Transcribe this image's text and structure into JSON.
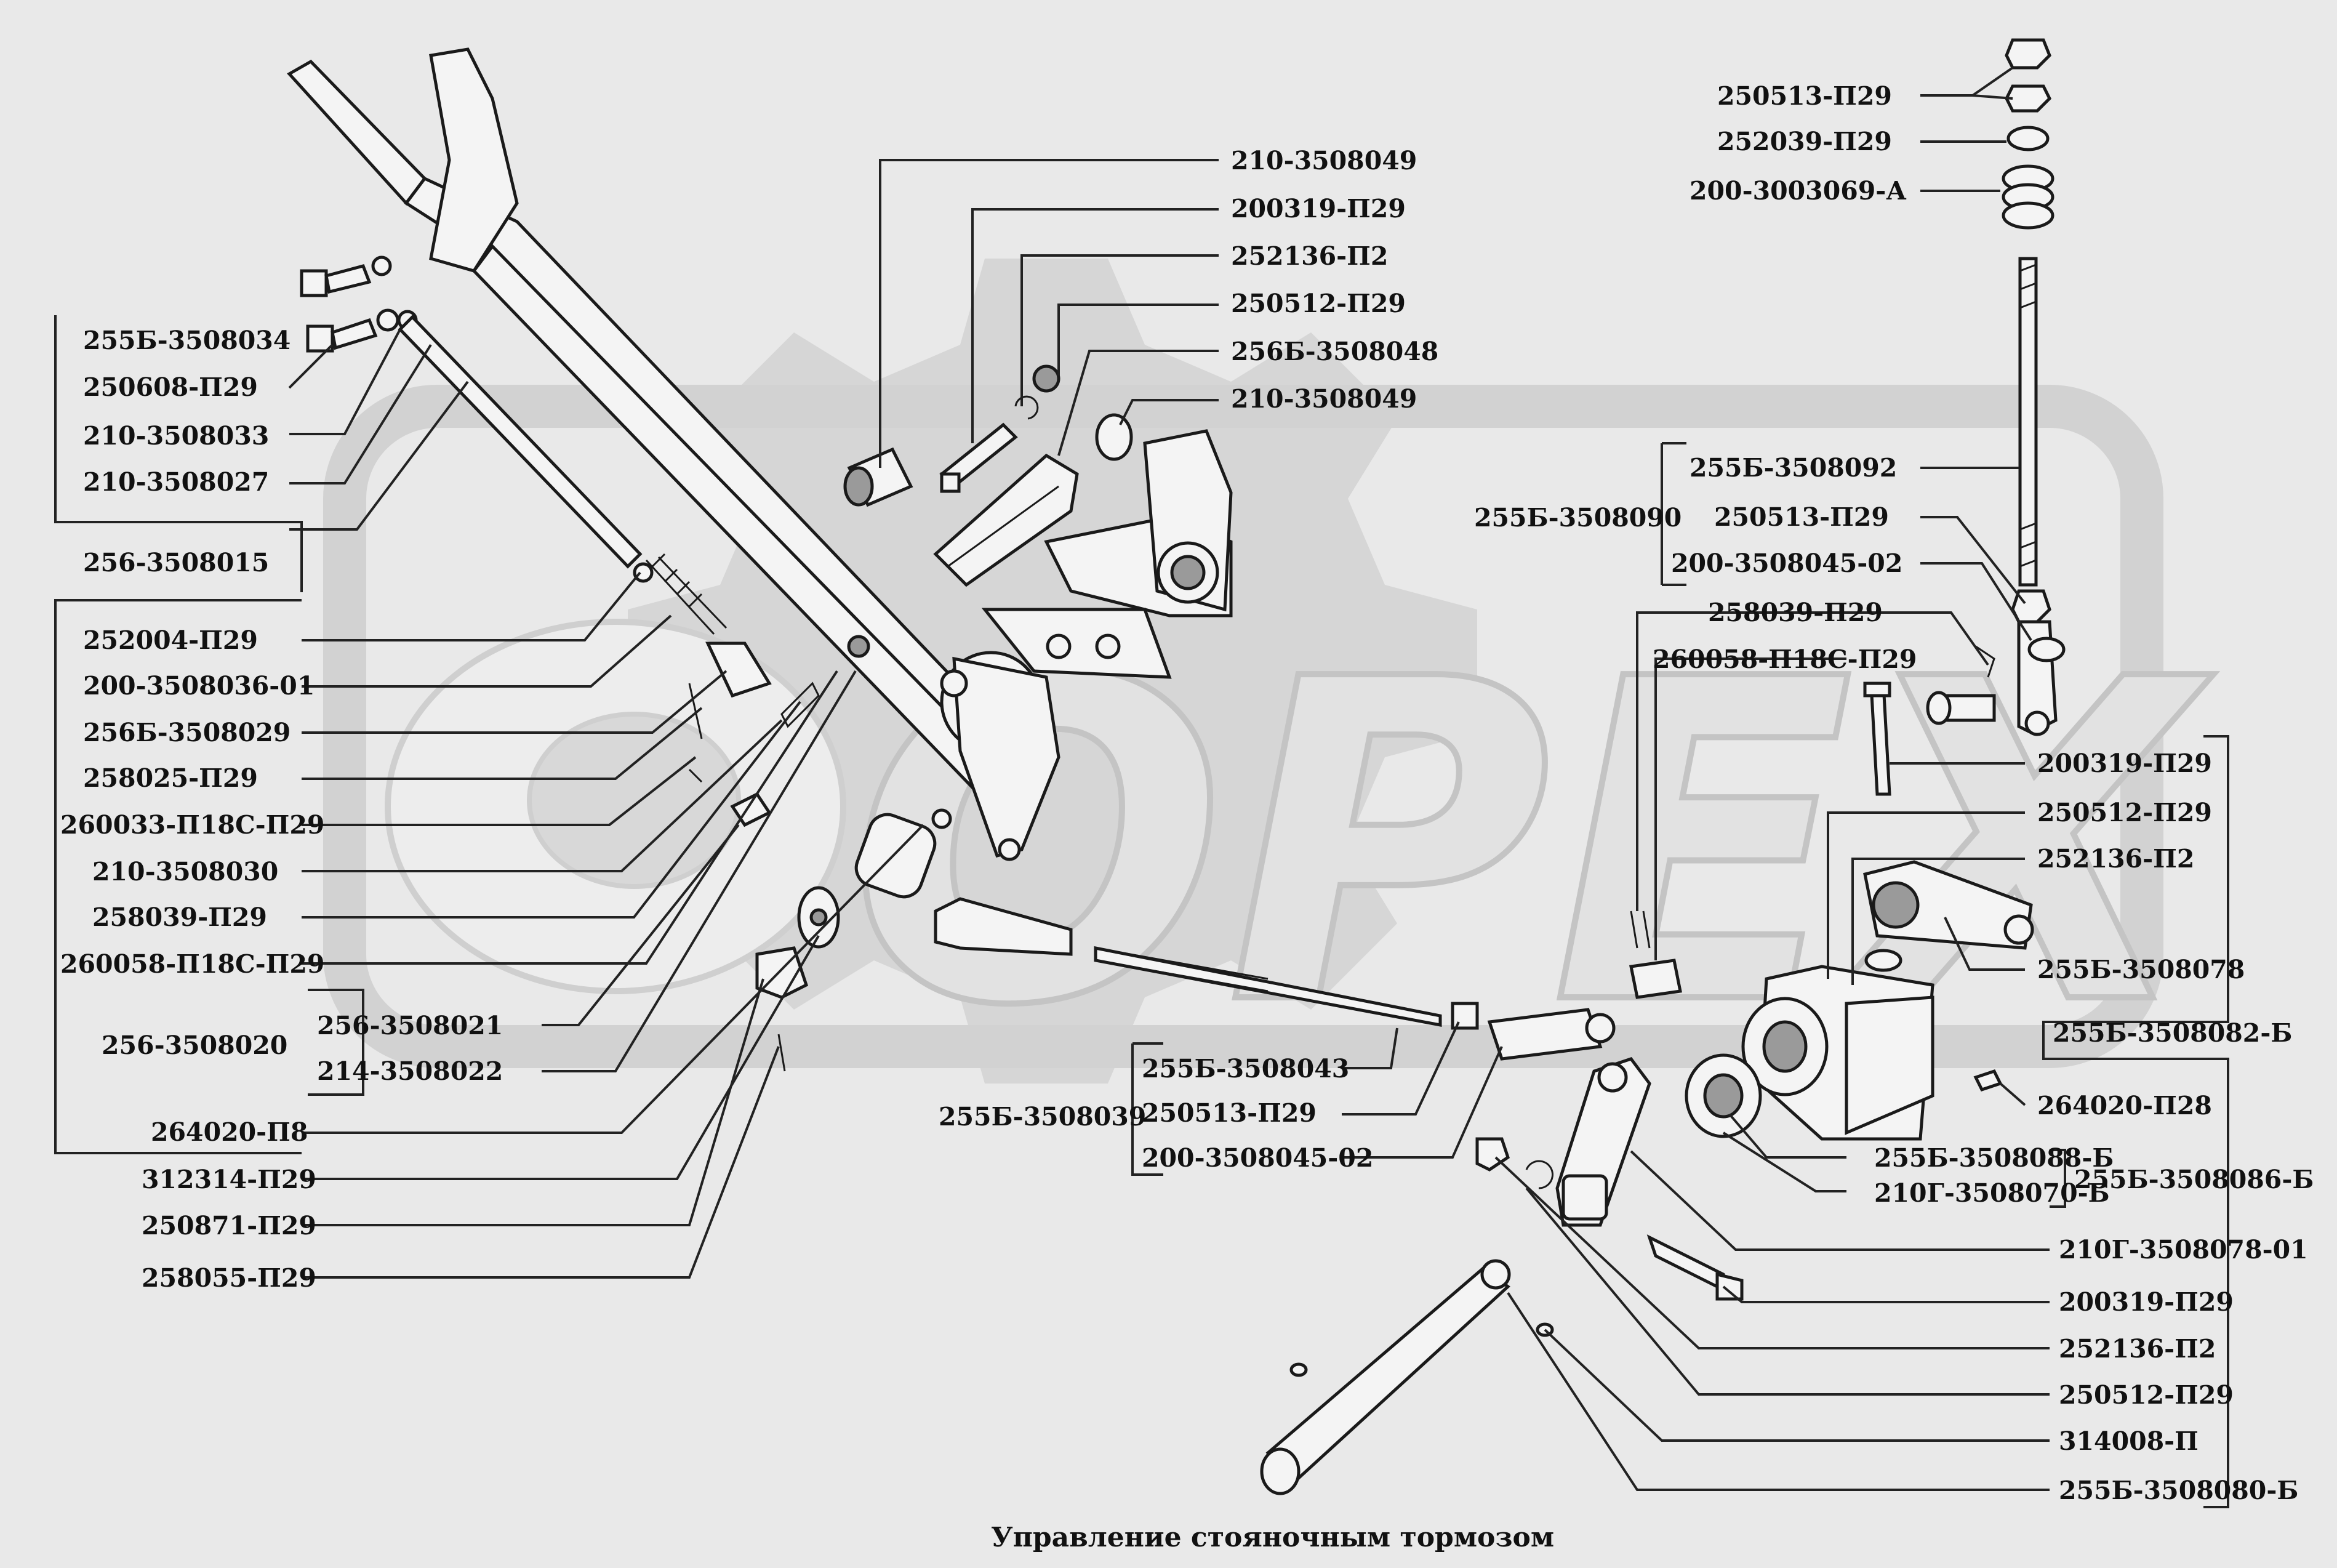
{
  "caption": "Управление стояночным тормозом",
  "watermark": "ОРЕХ",
  "labels": [
    "210-3508049",
    "200319-П29",
    "252136-П2",
    "250512-П29",
    "256Б-3508048",
    "210-3508049",
    "255Б-3508034",
    "250608-П29",
    "210-3508033",
    "210-3508027",
    "256-3508015",
    "252004-П29",
    "200-3508036-01",
    "256Б-3508029",
    "258025-П29",
    "260033-П18С-П29",
    "210-3508030",
    "258039-П29",
    "260058-П18С-П29",
    "256-3508021",
    "256-3508020",
    "214-3508022",
    "264020-П8",
    "312314-П29",
    "250871-П29",
    "258055-П29",
    "255Б-3508043",
    "255Б-3508039",
    "250513-П29",
    "200-3508045-02",
    "250513-П29",
    "252039-П29",
    "200-3003069-А",
    "255Б-3508092",
    "255Б-3508090",
    "250513-П29",
    "200-3508045-02",
    "258039-П29",
    "260058-П18С-П29",
    "200319-П29",
    "250512-П29",
    "252136-П2",
    "255Б-3508078",
    "255Б-3508082-Б",
    "264020-П28",
    "255Б-3508088-Б",
    "255Б-3508086-Б",
    "210Г-3508070-Б",
    "210Г-3508078-01",
    "200319-П29",
    "252136-П2",
    "250512-П29",
    "314008-П",
    "255Б-3508080-Б"
  ]
}
